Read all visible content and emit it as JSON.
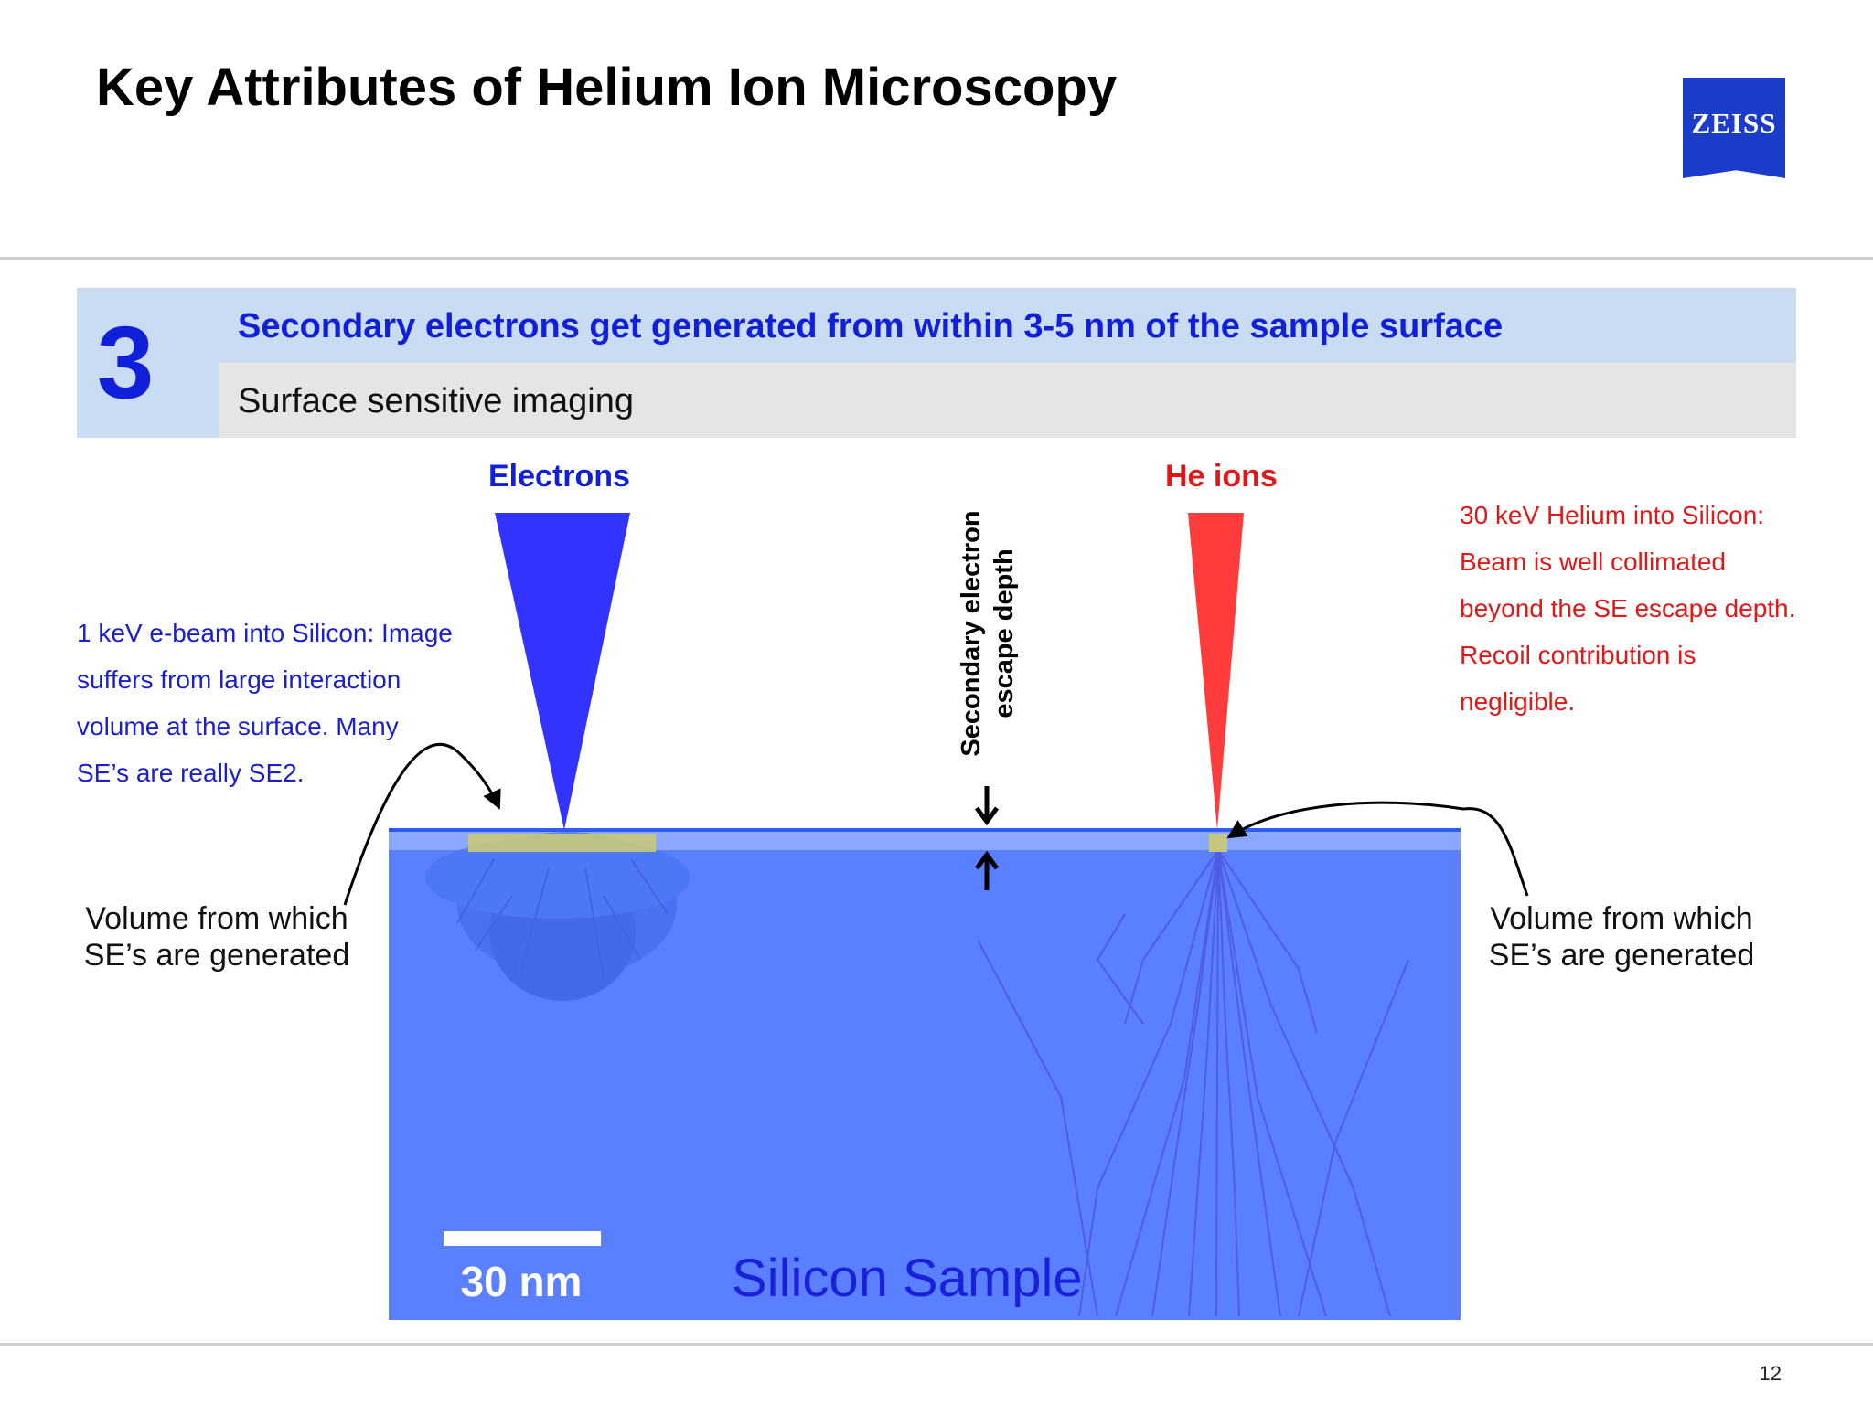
{
  "slide": {
    "title": "Key Attributes of Helium Ion Microscopy",
    "logo_text": "ZEISS",
    "page_number": "12"
  },
  "attribute": {
    "number": "3",
    "headline": "Secondary electrons get generated from within 3-5 nm of the sample surface",
    "subheadline": "Surface sensitive imaging"
  },
  "diagram": {
    "electron_label": "Electrons",
    "helium_label": "He ions",
    "depth_label_lines": [
      "Secondary electron",
      "escape depth"
    ],
    "electron_note_lines": [
      "1 keV e-beam into Silicon:  Image",
      "suffers from large interaction",
      "volume at the surface.  Many",
      "SE’s are really SE2."
    ],
    "helium_note_lines": [
      "30 keV Helium into Silicon:",
      "Beam is well collimated",
      "beyond the SE escape depth.",
      "Recoil contribution is",
      "negligible."
    ],
    "left_volume_lines": [
      "Volume from which",
      "SE’s are generated"
    ],
    "right_volume_lines": [
      "Volume from which",
      "SE’s are generated"
    ],
    "scale_bar_label": "30 nm",
    "sample_label": "Silicon Sample"
  },
  "colors": {
    "title_text": "#000000",
    "accent_blue": "#1020d8",
    "header_bar": "#c9dcf3",
    "subheader_bar": "#e5e5e5",
    "electron_beam": "#3333ff",
    "helium_beam": "#ff3b3b",
    "helium_text": "#e01818",
    "silicon": "#5a80ff",
    "surface_layer": "#8aa8ff",
    "se_volume": "#c8c87a",
    "logo_blue": "#1a3cc8"
  },
  "icons": [
    "up-arrow-icon",
    "down-arrow-icon",
    "curved-pointer-arrow-icon"
  ]
}
